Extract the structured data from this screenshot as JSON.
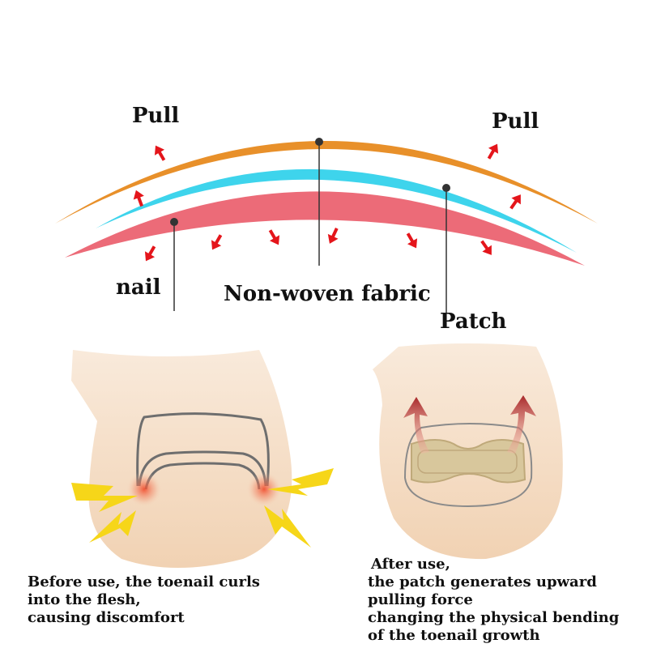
{
  "labels": {
    "pull_left": "Pull",
    "pull_right": "Pull",
    "nail": "nail",
    "fabric": "Non-woven fabric",
    "patch": "Patch"
  },
  "captions": {
    "before": [
      "Before use, the toenail curls",
      "into the flesh,",
      "causing discomfort"
    ],
    "after": [
      "After use,",
      "the patch generates upward",
      "pulling force",
      "changing the physical bending",
      "of the toenail growth"
    ]
  },
  "colors": {
    "fabric_layer": "#e8902a",
    "patch_layer": "#3ed4ec",
    "nail_layer": "#ec6b78",
    "arrow": "#e4151b",
    "skin": "#f4dcc2",
    "pain_bolt": "#f6d619",
    "pain_glow": "#f04a2a",
    "upward_arrow": "#a8282a",
    "patch_fill": "#d8c79c"
  }
}
